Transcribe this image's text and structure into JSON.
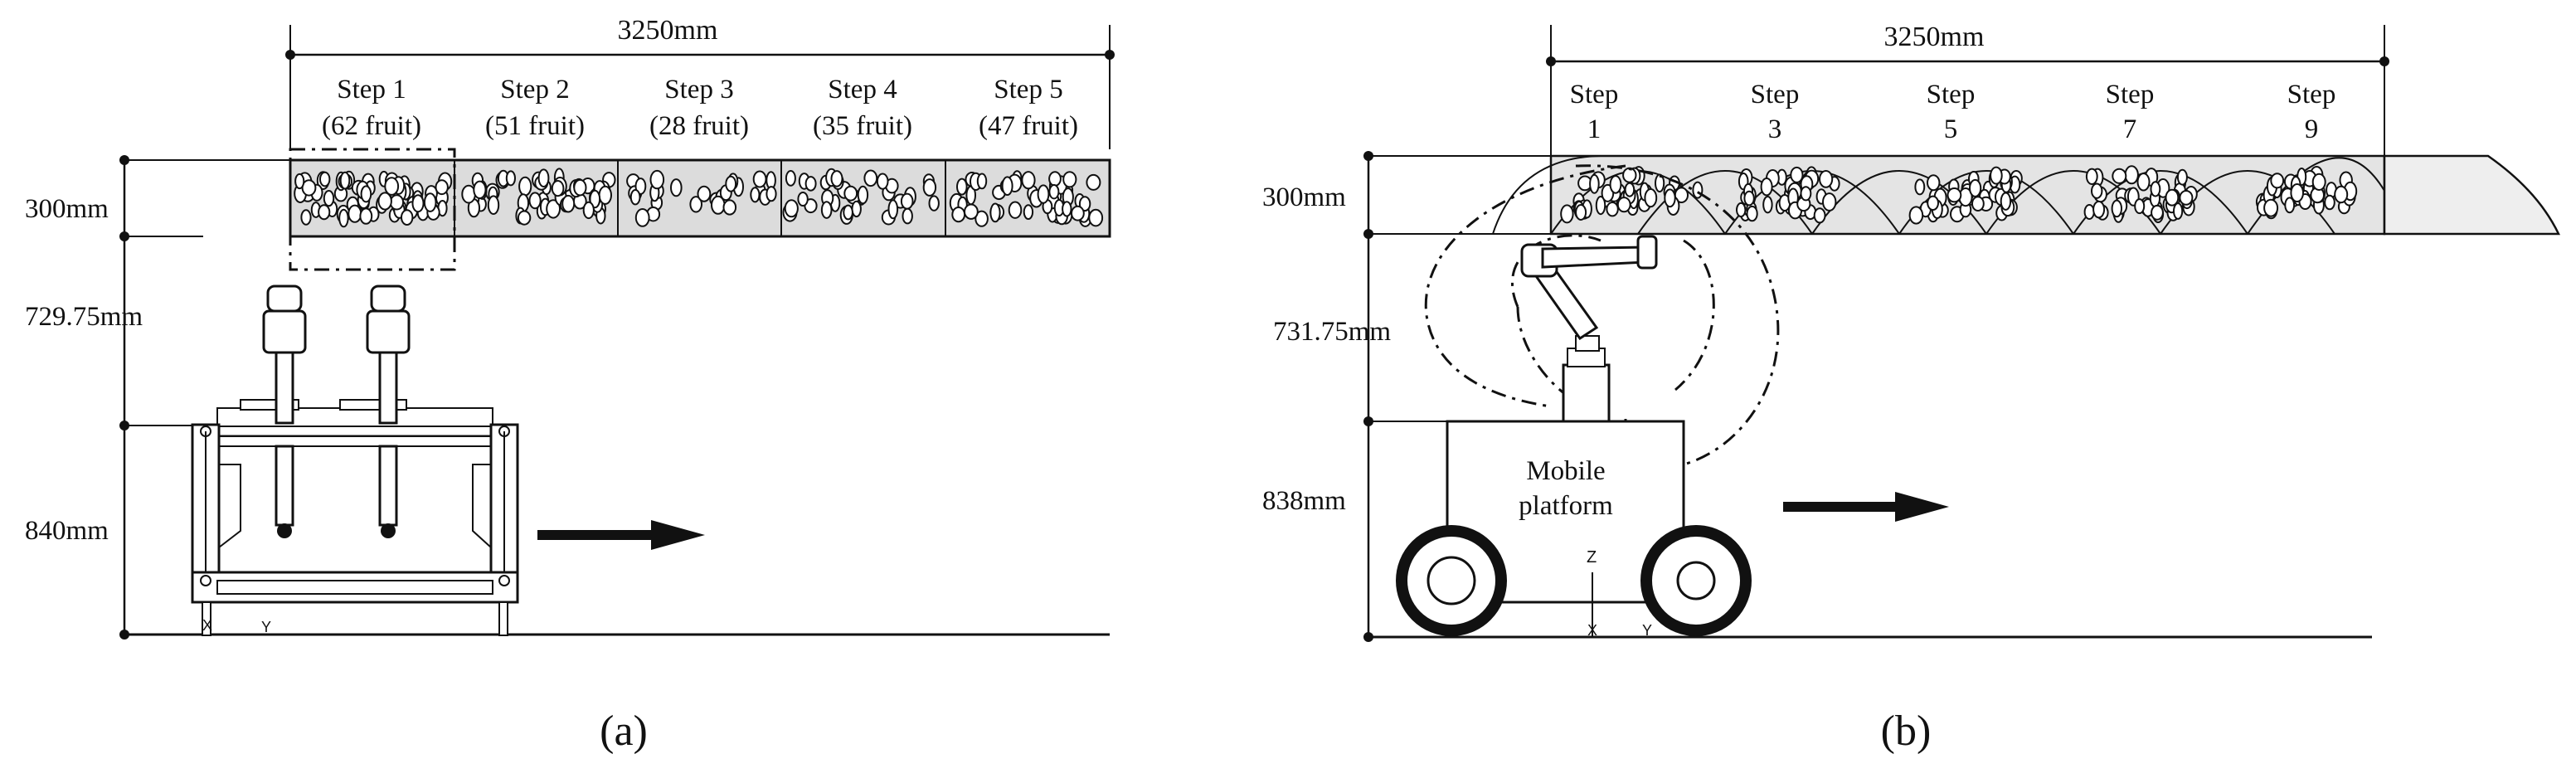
{
  "panel_a": {
    "caption": "(a)",
    "width_label": "3250mm",
    "height_labels": [
      "300mm",
      "729.75mm",
      "840mm"
    ],
    "steps": [
      {
        "name": "Step 1",
        "fruit": "(62 fruit)",
        "count": 62
      },
      {
        "name": "Step 2",
        "fruit": "(51 fruit)",
        "count": 51
      },
      {
        "name": "Step 3",
        "fruit": "(28 fruit)",
        "count": 28
      },
      {
        "name": "Step 4",
        "fruit": "(35 fruit)",
        "count": 35
      },
      {
        "name": "Step 5",
        "fruit": "(47 fruit)",
        "count": 47
      }
    ],
    "axis_labels": {
      "x": "X",
      "y": "Y"
    }
  },
  "panel_b": {
    "caption": "(b)",
    "width_label": "3250mm",
    "height_labels": [
      "300mm",
      "731.75mm",
      "838mm"
    ],
    "steps": [
      {
        "word": "Step",
        "number": "1"
      },
      {
        "word": "Step",
        "number": "3"
      },
      {
        "word": "Step",
        "number": "5"
      },
      {
        "word": "Step",
        "number": "7"
      },
      {
        "word": "Step",
        "number": "9"
      }
    ],
    "platform_label": [
      "Mobile",
      "platform"
    ],
    "axis_labels": {
      "z": "Z",
      "x": "X",
      "y": "Y"
    }
  }
}
